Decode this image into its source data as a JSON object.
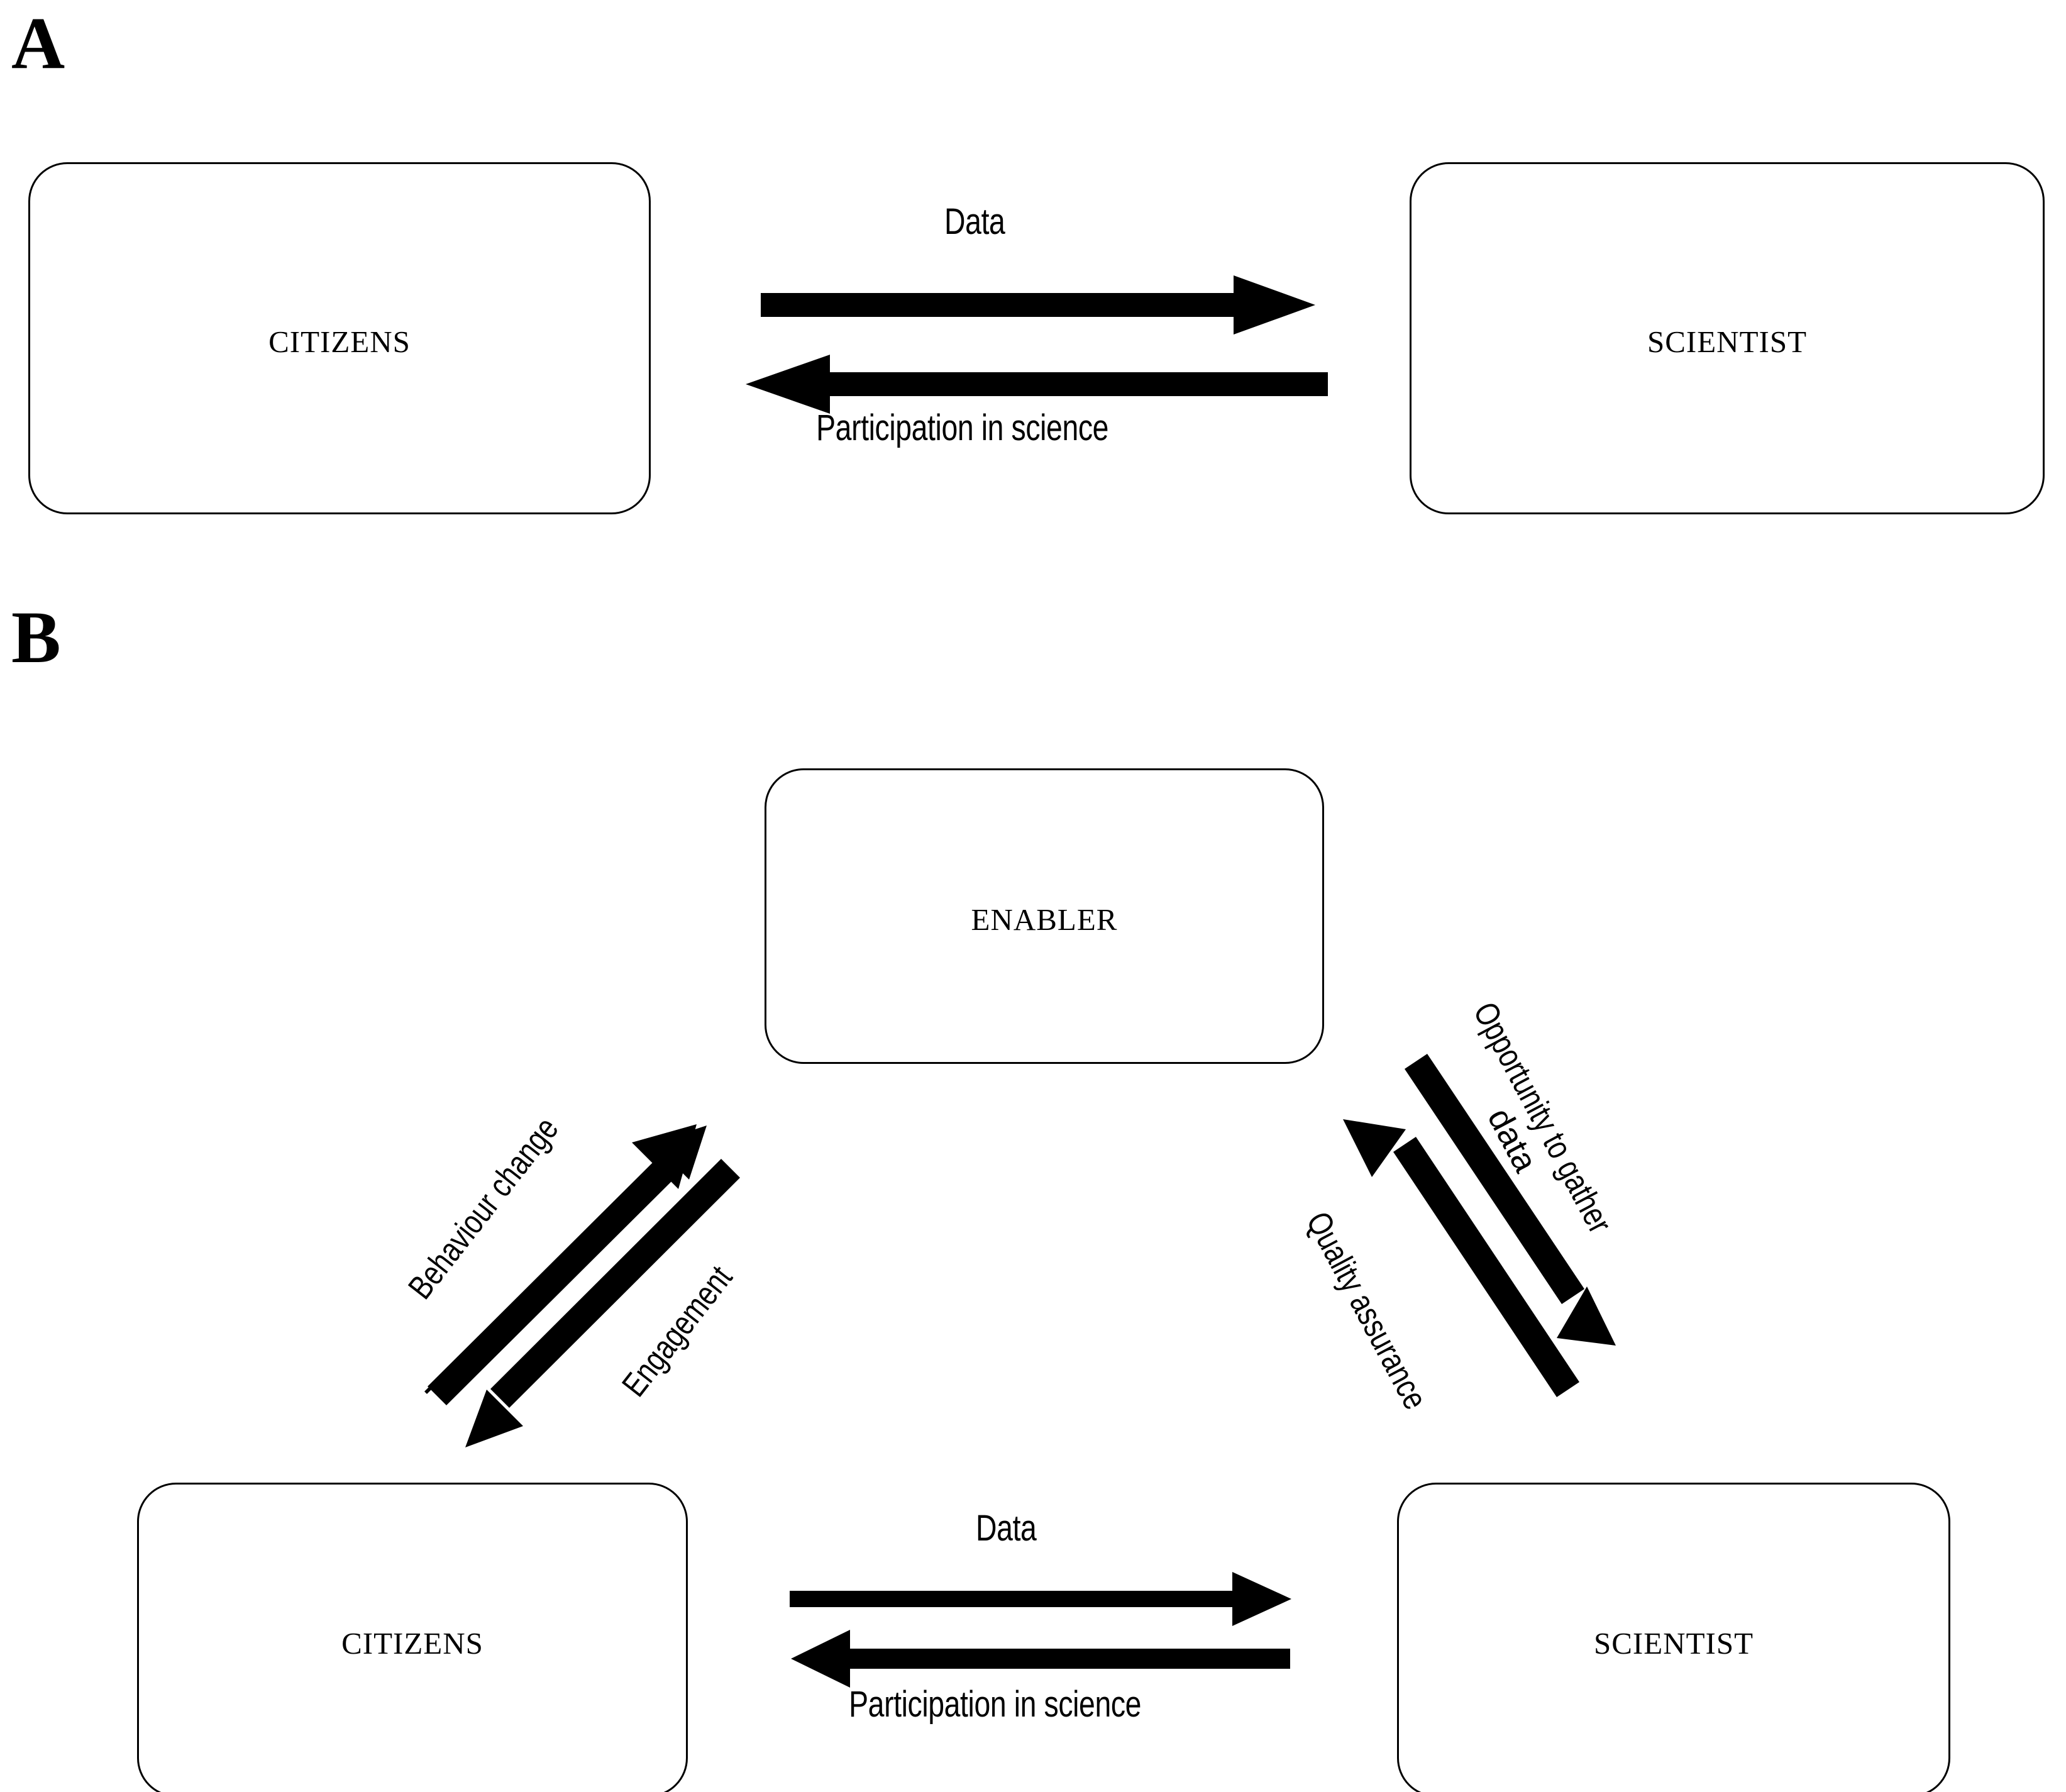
{
  "figure": {
    "panels": [
      {
        "id": "A",
        "letter": "A",
        "nodes": [
          {
            "id": "citizens",
            "label": "Citizens"
          },
          {
            "id": "scientist",
            "label": "Scientist"
          }
        ],
        "arrows": [
          {
            "id": "data",
            "label": "Data",
            "from": "citizens",
            "to": "scientist",
            "direction": "right"
          },
          {
            "id": "participation",
            "label": "Participation in science",
            "from": "scientist",
            "to": "citizens",
            "direction": "left"
          }
        ]
      },
      {
        "id": "B",
        "letter": "B",
        "nodes": [
          {
            "id": "enabler",
            "label": "Enabler"
          },
          {
            "id": "citizens",
            "label": "Citizens"
          },
          {
            "id": "scientist",
            "label": "Scientist"
          }
        ],
        "arrows": [
          {
            "id": "behaviour-change",
            "label": "Behaviour change",
            "from": "enabler",
            "to": "citizens",
            "direction": "up-right"
          },
          {
            "id": "engagement",
            "label": "Engagement",
            "from": "citizens",
            "to": "enabler",
            "direction": "down-left"
          },
          {
            "id": "opportunity",
            "label_line1": "Opportunity to gather",
            "label_line2": "data",
            "from": "enabler",
            "to": "scientist",
            "direction": "down-right"
          },
          {
            "id": "quality-assurance",
            "label": "Quality assurance",
            "from": "scientist",
            "to": "enabler",
            "direction": "up-left"
          },
          {
            "id": "data",
            "label": "Data",
            "from": "citizens",
            "to": "scientist",
            "direction": "right"
          },
          {
            "id": "participation",
            "label": "Participation in science",
            "from": "scientist",
            "to": "citizens",
            "direction": "left"
          }
        ]
      }
    ],
    "colors": {
      "stroke": "#000000",
      "background": "#ffffff",
      "arrow_fill": "#000000"
    }
  }
}
